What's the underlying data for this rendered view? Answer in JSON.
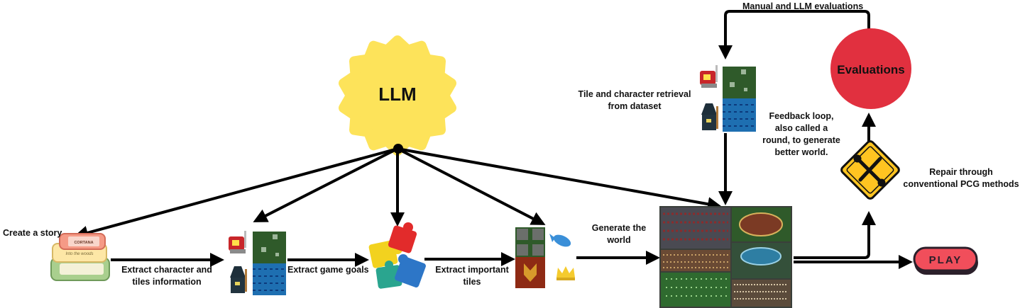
{
  "llm": {
    "label": "LLM"
  },
  "evaluations": {
    "label": "Evaluations"
  },
  "play": {
    "label": "PLAY"
  },
  "steps": {
    "create_story": "Create a story",
    "extract_char_tiles": "Extract character and tiles information",
    "extract_goals": "Extract game goals",
    "extract_tiles": "Extract important tiles",
    "generate_world": "Generate the world",
    "retrieval": "Tile and character retrieval from dataset",
    "manual_llm_eval": "Manual and LLM evaluations",
    "feedback": "Feedback loop, also called a round, to generate better world.",
    "repair": "Repair through conventional PCG methods"
  },
  "book_titles": [
    "CORTANA",
    "Into the woods"
  ],
  "icons": {
    "llm": "sun-burst-shape",
    "books": "books-icon",
    "character": "knight-character-icon",
    "wizard": "wizard-character-icon",
    "puzzle": "puzzle-pieces-icon",
    "repair": "wrench-screwdriver-sign-icon",
    "fish": "fish-icon",
    "crown": "crown-icon"
  },
  "colors": {
    "llm": "#fde35a",
    "evaluations": "#e1303f",
    "play": "#f14e5b",
    "repair": "#ffc421",
    "grass": "#2f5a2a",
    "water": "#1e6fb1"
  }
}
